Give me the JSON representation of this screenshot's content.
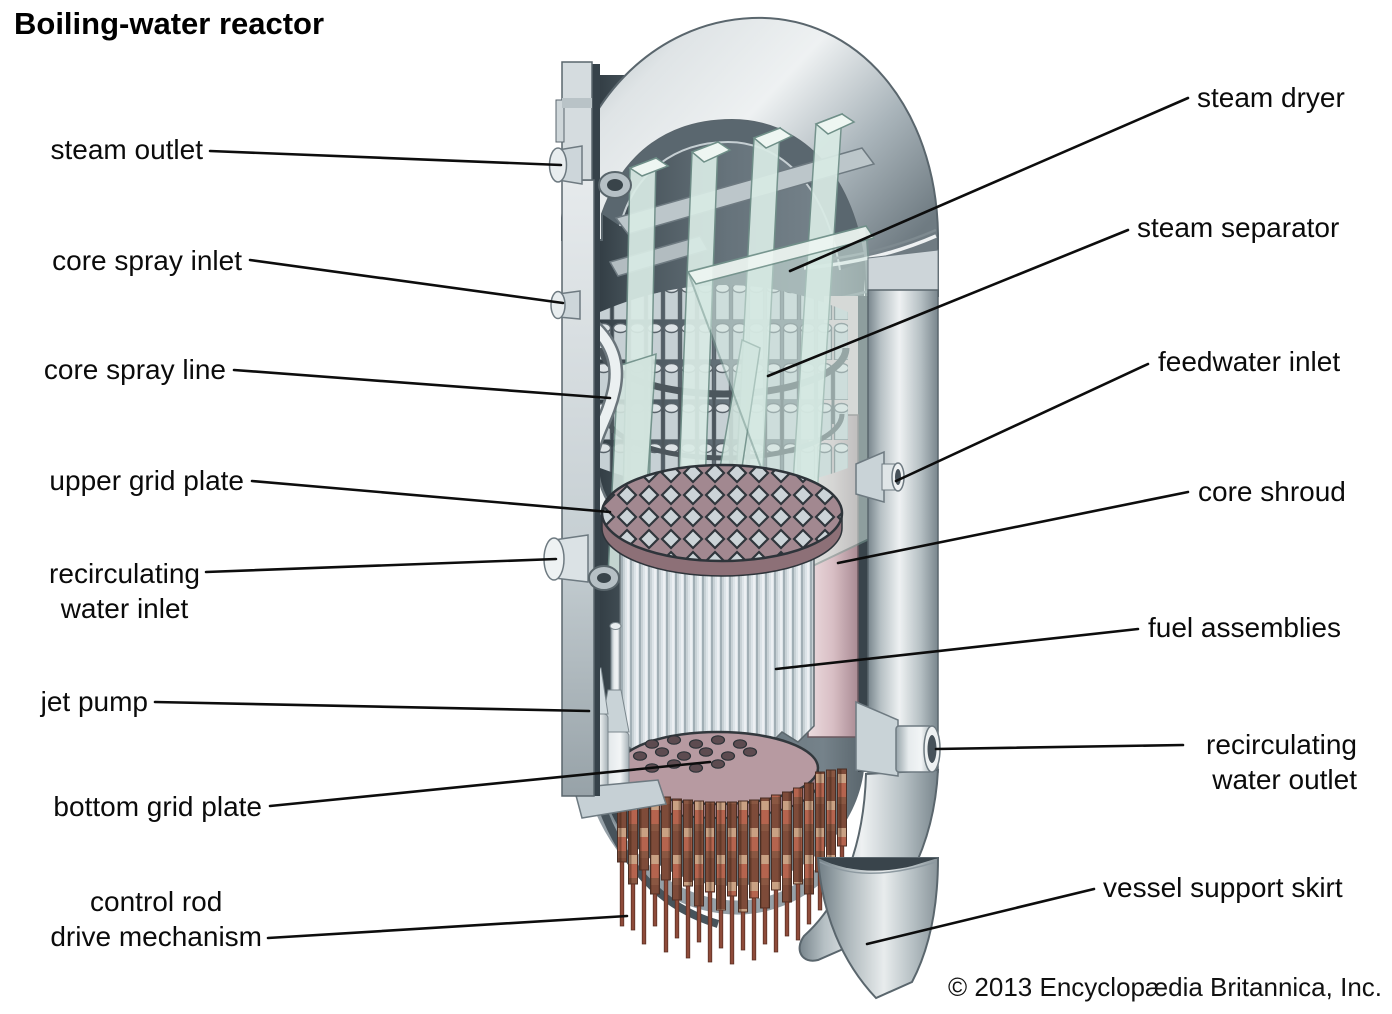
{
  "title": "Boiling-water reactor",
  "copyright": "© 2013 Encyclopædia Britannica, Inc.",
  "labels": {
    "steam_outlet": "steam outlet",
    "core_spray_inlet": "core spray inlet",
    "core_spray_line": "core spray line",
    "upper_grid_plate": "upper grid plate",
    "recirculating_water_inlet": "recirculating\nwater inlet",
    "jet_pump": "jet pump",
    "bottom_grid_plate": "bottom grid plate",
    "control_rod_drive_mechanism": "control rod\ndrive mechanism",
    "steam_dryer": "steam dryer",
    "steam_separator": "steam separator",
    "feedwater_inlet": "feedwater inlet",
    "core_shroud": "core shroud",
    "fuel_assemblies": "fuel assemblies",
    "recirculating_water_outlet": "recirculating\nwater outlet",
    "vessel_support_skirt": "vessel support skirt"
  },
  "colors": {
    "vessel_gray": "#c2cbcf",
    "interior_slate": "#47535a",
    "dryer_mint": "#d9ebe5",
    "shroud_pink": "#d8bec4",
    "grid_mauve": "#a28890",
    "rod_brown": "#7e4b39",
    "rod_tan": "#c9a183",
    "rod_salmon": "#b5644e",
    "leader_line": "#0d0d0d"
  }
}
